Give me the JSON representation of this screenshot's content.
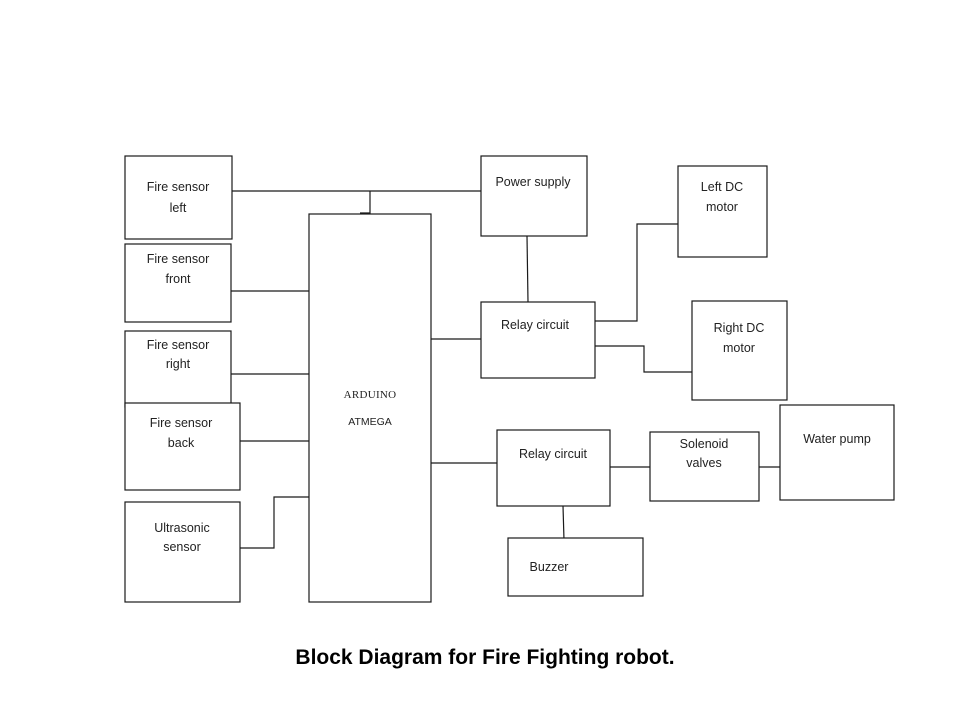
{
  "caption": "Block Diagram for Fire Fighting robot.",
  "blocks": {
    "fire_sensor_left": [
      "Fire sensor",
      "left"
    ],
    "fire_sensor_front": [
      "Fire sensor",
      "front"
    ],
    "fire_sensor_right": [
      "Fire sensor",
      "right"
    ],
    "fire_sensor_back": [
      "Fire sensor",
      "back"
    ],
    "ultrasonic_sensor": [
      "Ultrasonic",
      "sensor"
    ],
    "arduino": [
      "ARDUINO",
      "ATMEGA"
    ],
    "power_supply": [
      "Power supply"
    ],
    "relay_circuit_1": [
      "Relay circuit"
    ],
    "relay_circuit_2": [
      "Relay circuit"
    ],
    "left_dc_motor": [
      "Left DC",
      "motor"
    ],
    "right_dc_motor": [
      "Right DC",
      "motor"
    ],
    "solenoid_valves": [
      "Solenoid",
      "valves"
    ],
    "water_pump": [
      "Water pump"
    ],
    "buzzer": [
      "Buzzer"
    ]
  }
}
